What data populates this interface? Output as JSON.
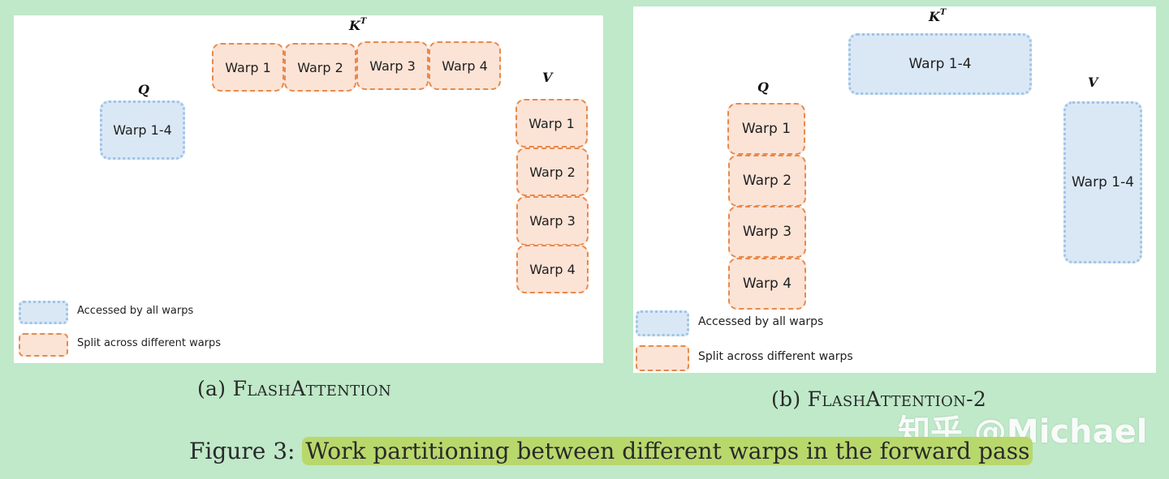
{
  "panel_a": {
    "q_label": "Q",
    "k_label": "K",
    "k_sup": "T",
    "v_label": "V",
    "q_box": "Warp 1-4",
    "k_boxes": [
      "Warp 1",
      "Warp 2",
      "Warp 3",
      "Warp 4"
    ],
    "v_boxes": [
      "Warp 1",
      "Warp 2",
      "Warp 3",
      "Warp 4"
    ],
    "legend": {
      "all": "Accessed by all warps",
      "split": "Split across different warps"
    },
    "caption_prefix": "(a) ",
    "caption_name": "FlashAttention"
  },
  "panel_b": {
    "q_label": "Q",
    "k_label": "K",
    "k_sup": "T",
    "v_label": "V",
    "q_boxes": [
      "Warp 1",
      "Warp 2",
      "Warp 3",
      "Warp 4"
    ],
    "k_box": "Warp 1-4",
    "v_box": "Warp 1-4",
    "legend": {
      "all": "Accessed by all warps",
      "split": "Split across different warps"
    },
    "caption_prefix": "(b) ",
    "caption_name": "FlashAttention-2"
  },
  "figure_caption": {
    "prefix": "Figure 3: ",
    "text": "Work partitioning between different warps in the forward pass"
  },
  "watermark": "知乎 @Michael",
  "colors": {
    "background": "#bfe9c9",
    "split_fill": "#fbe3d6",
    "split_border": "#e8894a",
    "all_fill": "#dae8f6",
    "all_border": "#9fc4e6",
    "highlight": "#b8d86c"
  }
}
